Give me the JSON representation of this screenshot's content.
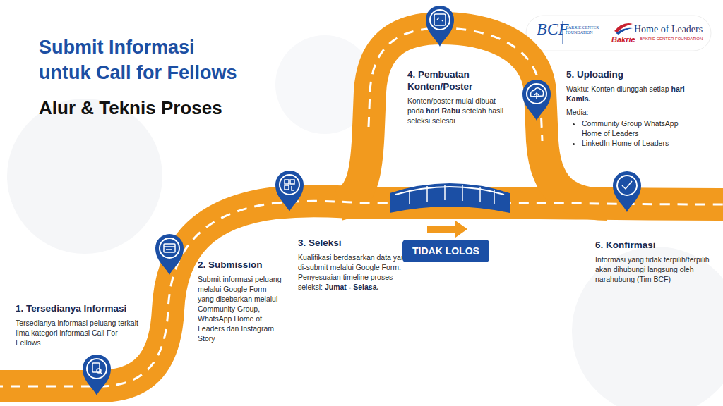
{
  "diagram": {
    "title": "Submit Informasi untuk Call for Fellows",
    "nodes": [
      {
        "text": [
          "1. Tersedianya Informasi",
          "Tersedianya informasi peluang terkait lima kategori informasi Call For Fellows"
        ]
      },
      {
        "text": [
          "2. Submission",
          "Submit informasi peluang melalui Google Form yang disebarkan melalui Community Group, WhatsApp Home of Leaders dan Instagram Story"
        ]
      },
      {
        "text": [
          "3. Seleksi",
          "Kualifikasi berdasarkan data yang di-submit melalui Google Form. Penyesuaian timeline proses seleksi:",
          "Jumat - Selasa."
        ]
      },
      {
        "text": [
          "4. Pembuatan Konten/Poster",
          "Konten/poster mulai dibuat pada",
          "hari Rabu",
          "setelah hasil seleksi selesai"
        ]
      },
      {
        "text": [
          "5. Uploading",
          "Waktu: Konten diunggah setiap",
          "hari Kamis.",
          "Media:",
          "Community Group WhatsApp Home of Leaders",
          "LinkedIn Home of Leaders"
        ]
      },
      {
        "text": [
          "6. Konfirmasi",
          "Informasi yang tidak terpilih/terpilih akan dihubungi langsung oleh narahubung (Tim BCF)"
        ]
      },
      {
        "text": [
          "TIDAK LOLOS"
        ]
      }
    ],
    "labels": [
      "Alur & Teknis Proses",
      "BCF",
      "BAKRIE CENTER FOUNDATION",
      "Bakrie",
      "Home of Leaders",
      "BAKRIE CENTER FOUNDATION"
    ]
  }
}
